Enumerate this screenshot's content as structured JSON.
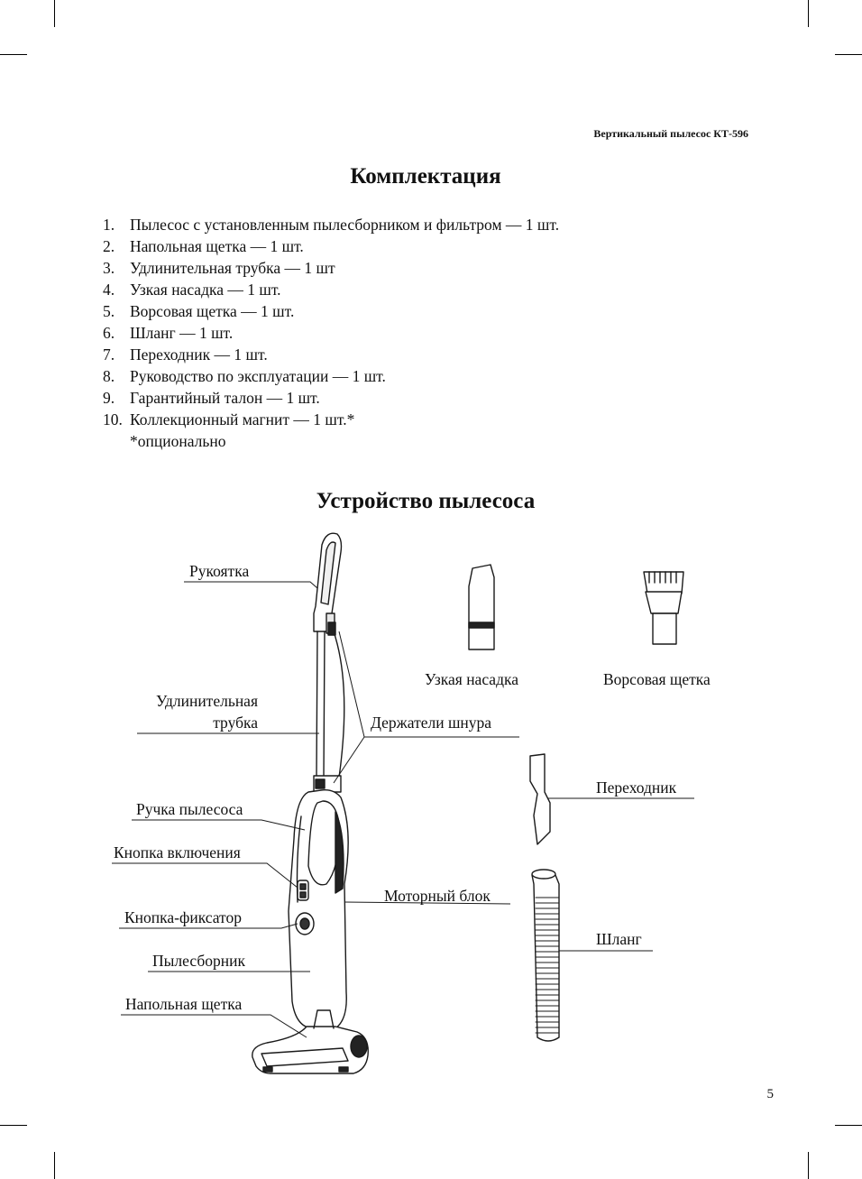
{
  "header": {
    "title": "Вертикальный пылесос КТ-596"
  },
  "section1": {
    "heading": "Комплектация",
    "items": [
      {
        "num": "1.",
        "text": "Пылесос с установленным пылесборником и фильтром — 1 шт."
      },
      {
        "num": "2.",
        "text": "Напольная щетка — 1 шт."
      },
      {
        "num": "3.",
        "text": "Удлинительная трубка — 1 шт"
      },
      {
        "num": "4.",
        "text": "Узкая насадка — 1 шт."
      },
      {
        "num": "5.",
        "text": "Ворсовая щетка — 1 шт."
      },
      {
        "num": "6.",
        "text": "Шланг — 1 шт."
      },
      {
        "num": "7.",
        "text": "Переходник — 1 шт."
      },
      {
        "num": "8.",
        "text": "Руководство по эксплуатации — 1 шт."
      },
      {
        "num": "9.",
        "text": "Гарантийный талон — 1 шт."
      },
      {
        "num": "10.",
        "text": "Коллекционный магнит — 1 шт.*"
      }
    ],
    "note": "*опционально"
  },
  "section2": {
    "heading": "Устройство пылесоса",
    "labels": {
      "handle": "Рукоятка",
      "tube_line1": "Удлинительная",
      "tube_line2": "трубка",
      "vac_handle": "Ручка пылесоса",
      "power_button": "Кнопка включения",
      "lock_button": "Кнопка-фиксатор",
      "dust_bin": "Пылесборник",
      "floor_brush": "Напольная щетка",
      "cord_holders": "Держатели шнура",
      "motor_unit": "Моторный блок",
      "crevice_tool": "Узкая насадка",
      "bristle_brush": "Ворсовая щетка",
      "adapter": "Переходник",
      "hose": "Шланг"
    }
  },
  "page_number": "5"
}
